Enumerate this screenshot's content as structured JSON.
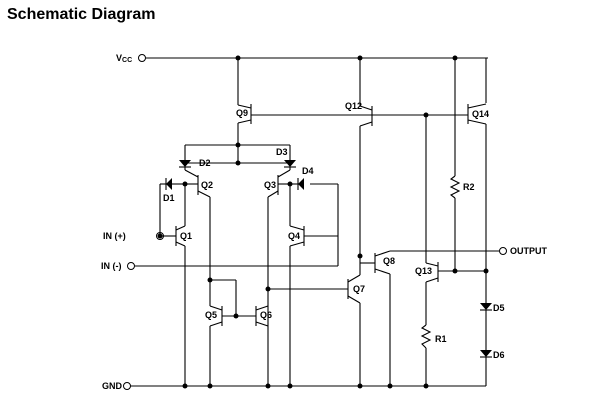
{
  "title": "Schematic Diagram",
  "pins": {
    "vcc": "V",
    "vcc_sub": "CC",
    "in_plus": "IN (+)",
    "in_minus": "IN (-)",
    "gnd": "GND",
    "output": "OUTPUT"
  },
  "transistors": [
    "Q1",
    "Q2",
    "Q3",
    "Q4",
    "Q5",
    "Q6",
    "Q7",
    "Q8",
    "Q9",
    "Q12",
    "Q13",
    "Q14"
  ],
  "diodes": [
    "D1",
    "D2",
    "D3",
    "D4",
    "D5",
    "D6"
  ],
  "resistors": [
    "R1",
    "R2"
  ]
}
